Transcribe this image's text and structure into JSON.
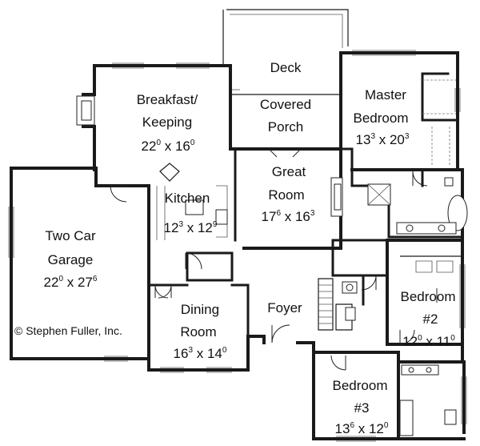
{
  "rooms": {
    "deck": {
      "name": "Deck"
    },
    "covered_porch": {
      "line1": "Covered",
      "line2": "Porch"
    },
    "master": {
      "line1": "Master",
      "line2": "Bedroom",
      "dim_a": "13",
      "dim_a_sup": "3",
      "dim_sep": " x ",
      "dim_b": "20",
      "dim_b_sup": "3"
    },
    "breakfast": {
      "line1": "Breakfast/",
      "line2": "Keeping",
      "dim_a": "22",
      "dim_a_sup": "0",
      "dim_sep": " x ",
      "dim_b": "16",
      "dim_b_sup": "0"
    },
    "great_room": {
      "line1": "Great",
      "line2": "Room",
      "dim_a": "17",
      "dim_a_sup": "6",
      "dim_sep": " x ",
      "dim_b": "16",
      "dim_b_sup": "3"
    },
    "kitchen": {
      "name": "Kitchen",
      "dim_a": "12",
      "dim_a_sup": "3",
      "dim_sep": " x ",
      "dim_b": "12",
      "dim_b_sup": "9"
    },
    "garage": {
      "line1": "Two Car",
      "line2": "Garage",
      "dim_a": "22",
      "dim_a_sup": "0",
      "dim_sep": " x ",
      "dim_b": "27",
      "dim_b_sup": "6"
    },
    "dining": {
      "line1": "Dining",
      "line2": "Room",
      "dim_a": "16",
      "dim_a_sup": "3",
      "dim_sep": " x ",
      "dim_b": "14",
      "dim_b_sup": "0"
    },
    "foyer": {
      "name": "Foyer"
    },
    "bedroom2": {
      "line1": "Bedroom",
      "line2": "#2",
      "dim_a": "12",
      "dim_a_sup": "0",
      "dim_sep": " x ",
      "dim_b": "11",
      "dim_b_sup": "0"
    },
    "bedroom3": {
      "line1": "Bedroom",
      "line2": "#3",
      "dim_a": "13",
      "dim_a_sup": "6",
      "dim_sep": " x ",
      "dim_b": "12",
      "dim_b_sup": "0"
    }
  },
  "copyright": "© Stephen Fuller, Inc."
}
